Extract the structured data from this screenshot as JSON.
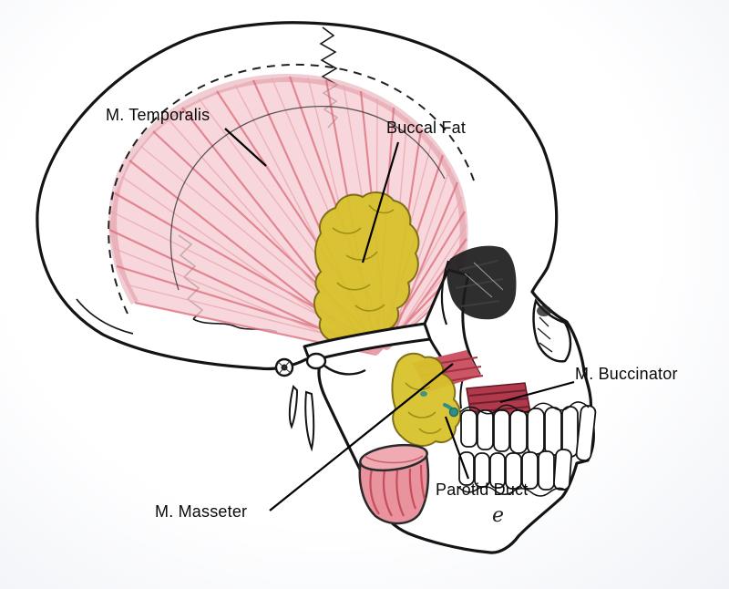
{
  "figure": {
    "description": "Hand-drawn lateral view of a human skull with masticatory anatomy highlighted"
  },
  "labels": {
    "temporalis": "M. Temporalis",
    "buccal_fat": "Buccal Fat",
    "buccinator": "M. Buccinator",
    "parotid_duct": "Parotid Duct",
    "masseter": "M. Masseter"
  },
  "annotation_mark": "e",
  "colors": {
    "outline": "#141414",
    "temporalis_pink": "#f5cdd2",
    "temporalis_red": "#d96b7a",
    "fat_yellow": "#d8c22c",
    "masseter_pink": "#e8939e",
    "muscle_red": "#c0414f",
    "buccinator_red": "#b03a4c",
    "parotid_duct_teal": "#2d8f8a"
  }
}
